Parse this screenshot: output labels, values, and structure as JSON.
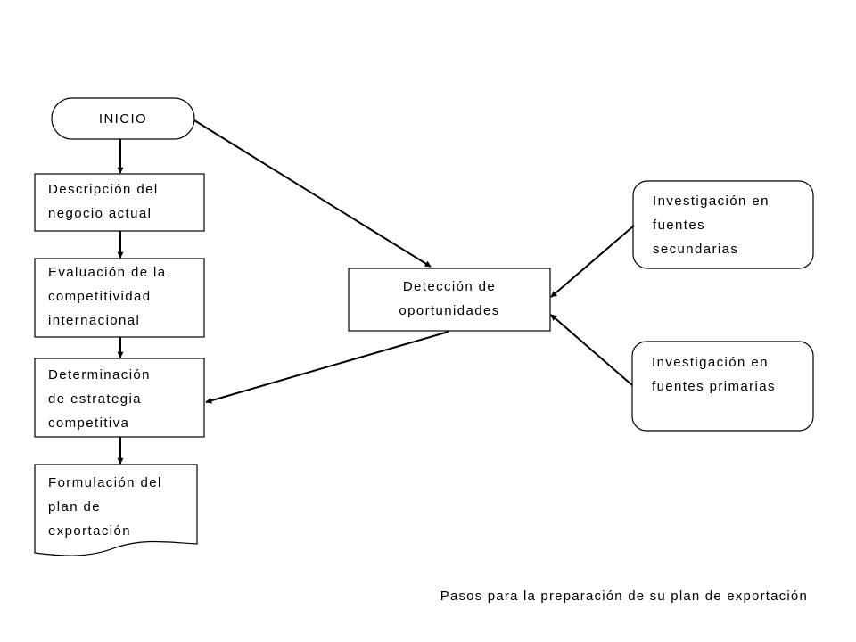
{
  "nodes": {
    "start": "INICIO",
    "describe_business": "Descripción del\nnegocio actual",
    "evaluate_competitiveness": "Evaluación de la\ncompetitividad\ninternacional",
    "determine_strategy": "Determinación\nde estrategia\ncompetitiva",
    "export_plan": "Formulación del\nplan de\nexportación",
    "detect_opportunities": "Detección de\noportunidades",
    "secondary_sources": "Investigación en\nfuentes\nsecundarias",
    "primary_sources": "Investigación en\nfuentes primarias"
  },
  "caption": "Pasos para la preparación de su plan de exportación"
}
